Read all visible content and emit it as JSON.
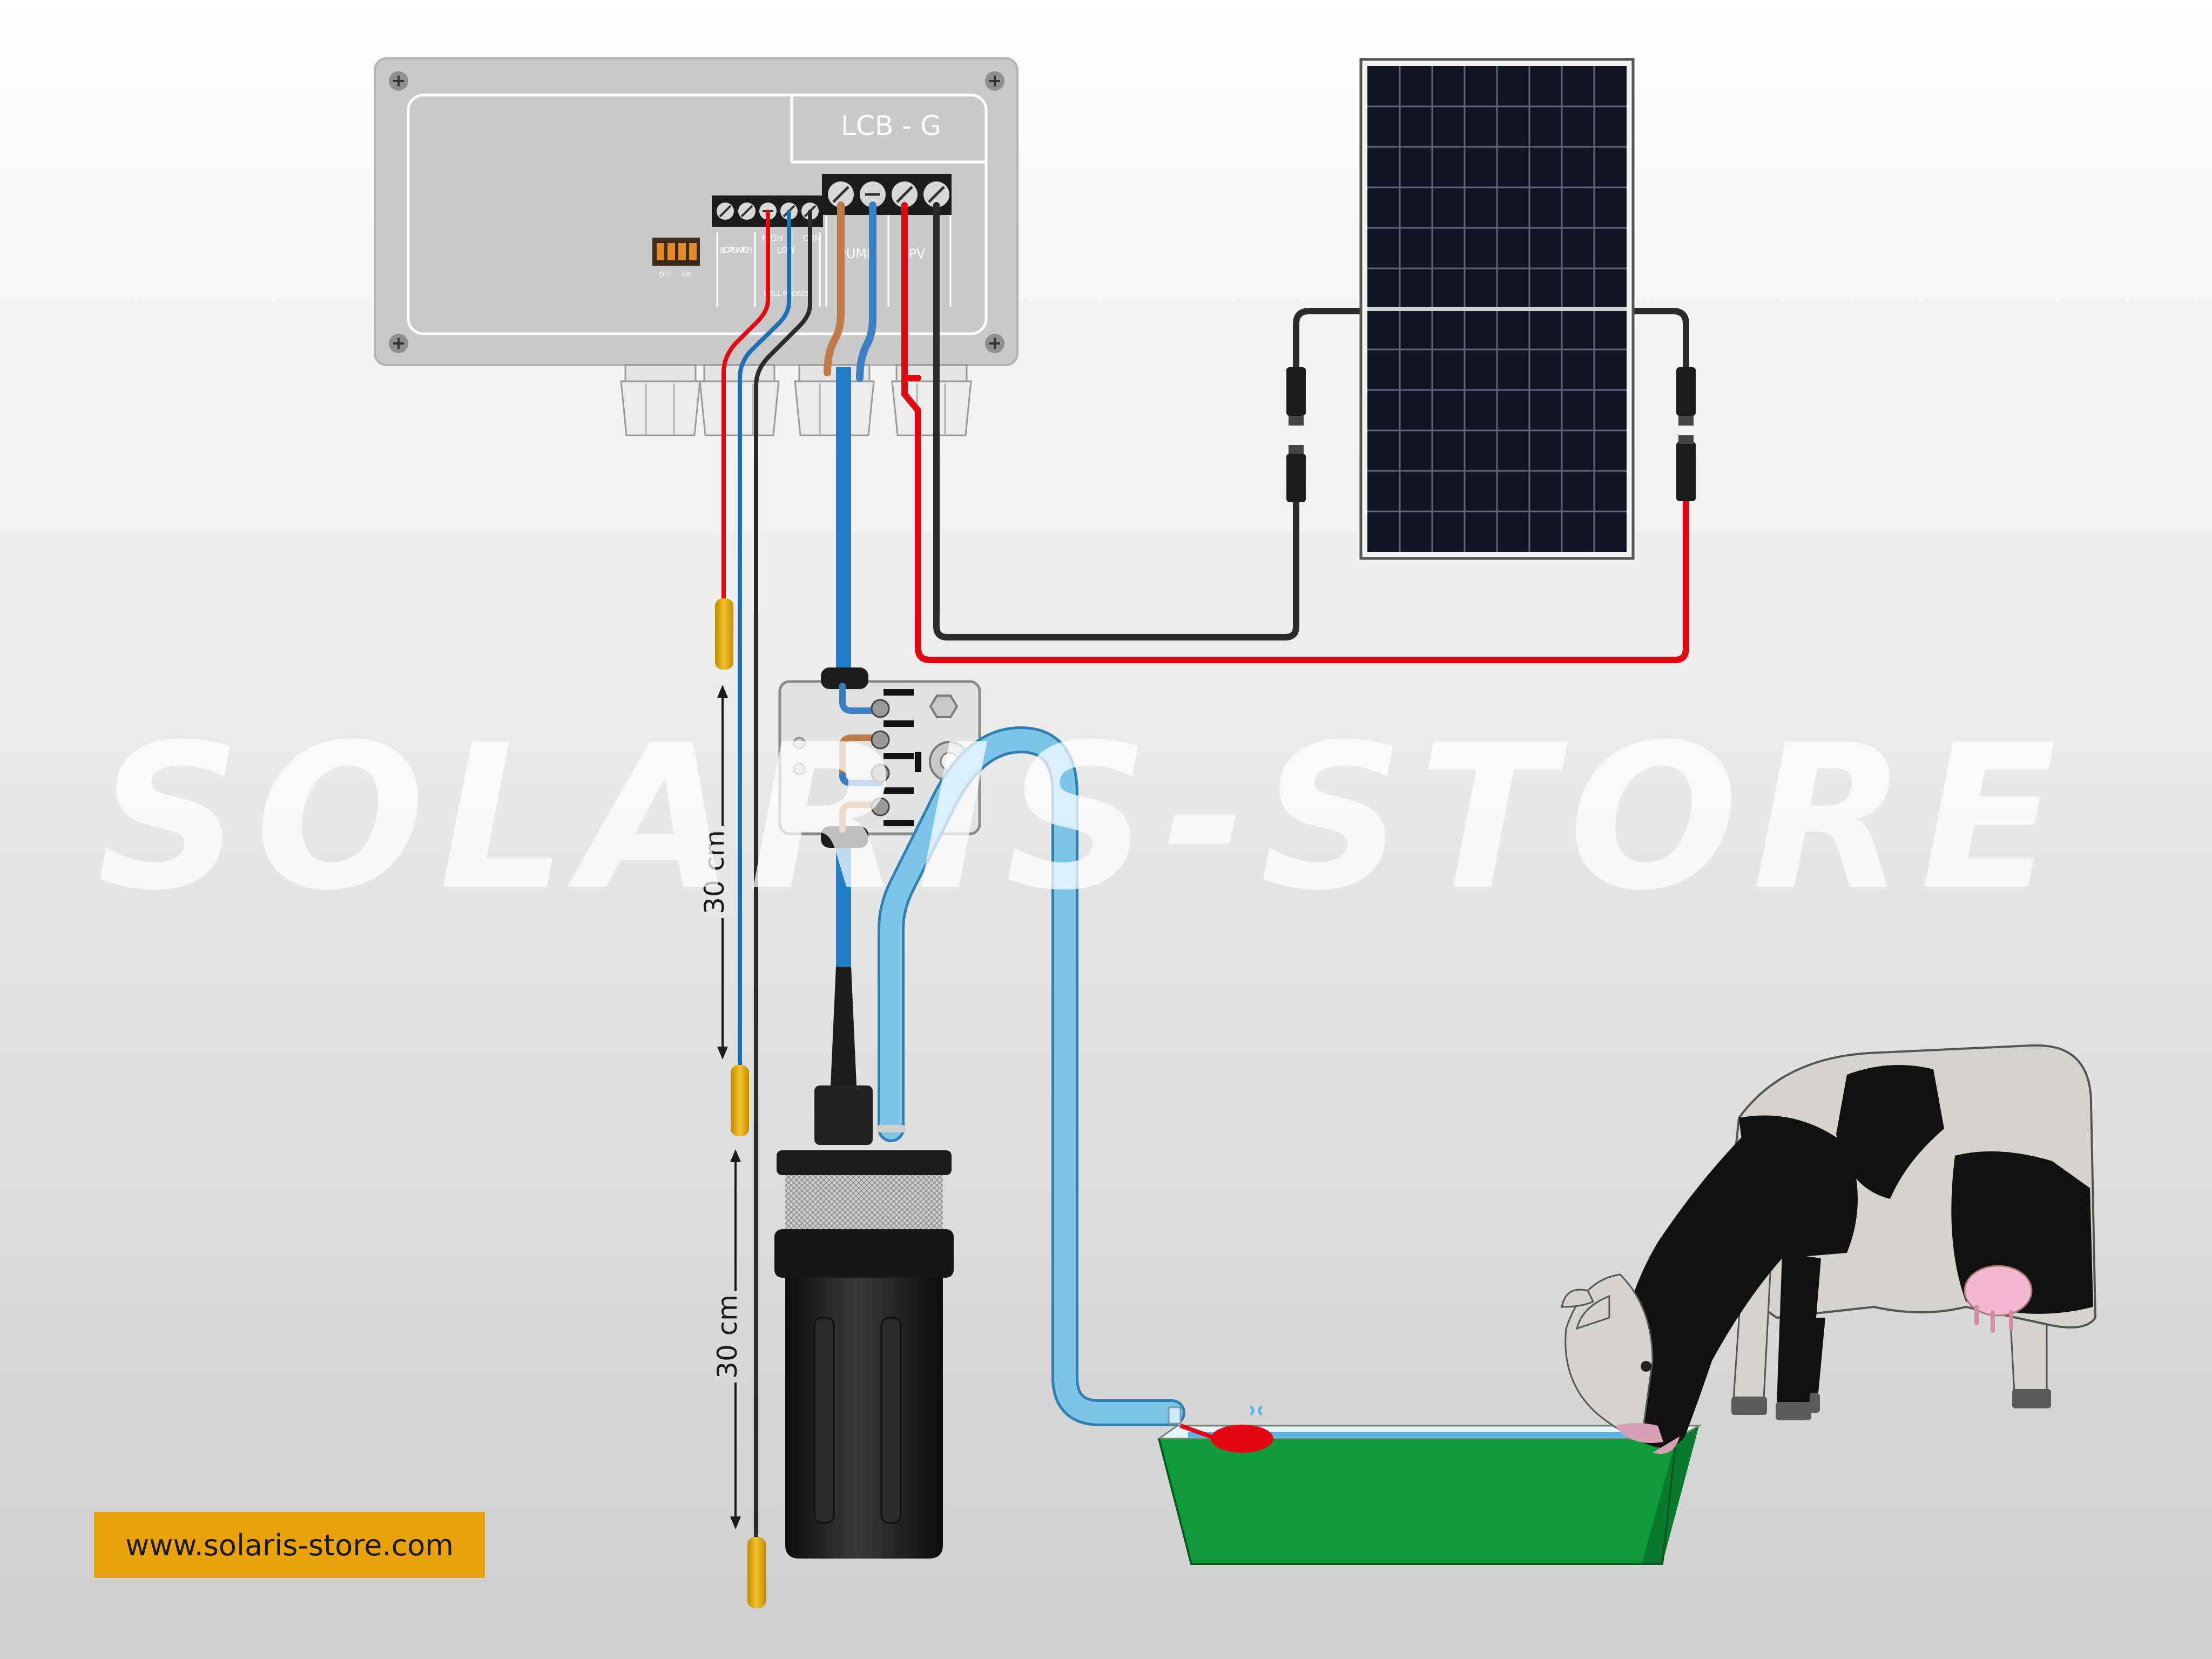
{
  "controller": {
    "model": "LCB  -  G",
    "float_switch_label": "FLOAT SWITCH",
    "high_label": "HIGH",
    "low_label": "LOW",
    "com_label": "COM",
    "well_label": "WELL PROBES",
    "pump_label": "PUMP",
    "pv_label": "PV",
    "dip_off": "OFF",
    "dip_on": "ON"
  },
  "dimensions": {
    "upper": "30 cm",
    "lower": "30 cm"
  },
  "watermark": "SOLARIS-STORE",
  "website": "www.solaris-store.com",
  "colors": {
    "positive_wire": "#e30613",
    "negative_wire": "#2b2b2b",
    "blue_wire": "#1f6fb5",
    "pump_cable": "#1f7fc4",
    "hose": "#7cc4e8",
    "float_sensor": "#e3ad0c",
    "trough": "#0f9a3c",
    "water": "#58b7e8",
    "badge": "#e9a20a"
  },
  "icons": [
    "solar-panel-icon",
    "submersible-pump-icon",
    "junction-box-icon",
    "water-trough-icon",
    "cow-icon",
    "float-sensor-icon"
  ]
}
